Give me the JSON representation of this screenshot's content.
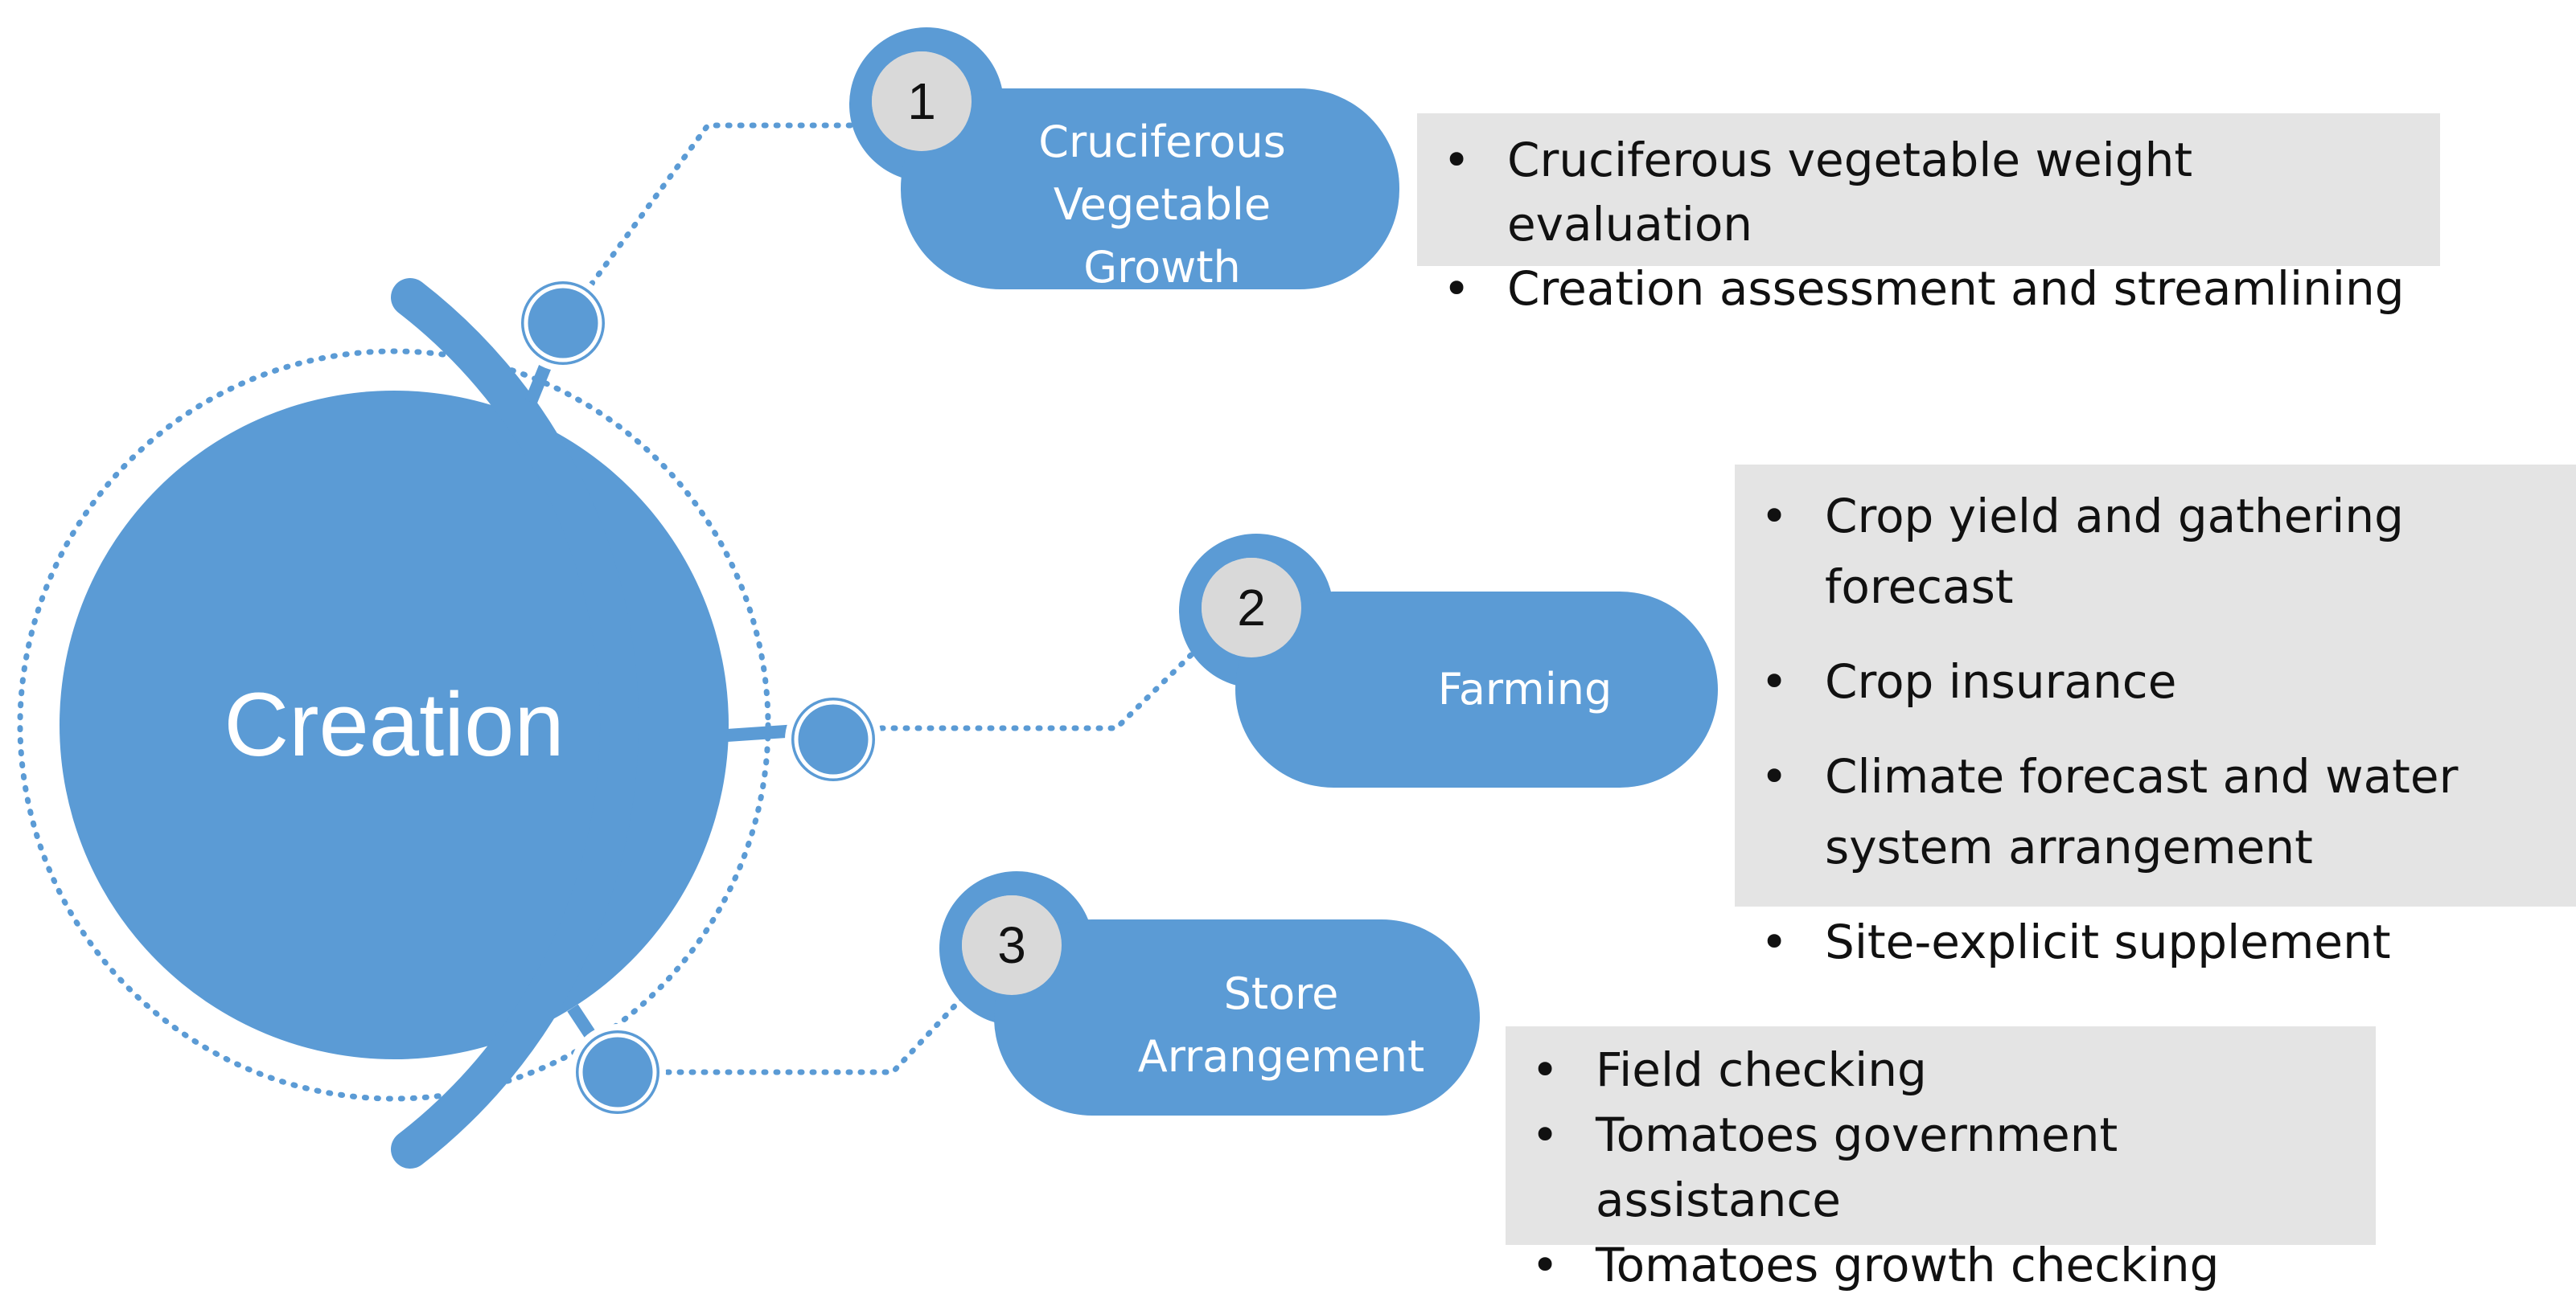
{
  "center": {
    "label": "Creation"
  },
  "colors": {
    "primary": "#5b9bd5",
    "badge": "#d9d9d9",
    "panel": "#e4e4e4",
    "text_dark": "#111111",
    "text_light": "#ffffff"
  },
  "steps": [
    {
      "number": "1",
      "title_lines": [
        "Cruciferous Vegetable",
        "Growth"
      ],
      "bullets": [
        "Cruciferous vegetable weight evaluation",
        "Creation assessment and streamlining"
      ]
    },
    {
      "number": "2",
      "title_lines": [
        "Farming"
      ],
      "bullets": [
        "Crop yield and gathering forecast",
        "Crop insurance",
        [
          "Climate forecast and water",
          "system arrangement"
        ],
        "Site-explicit supplement"
      ]
    },
    {
      "number": "3",
      "title_lines": [
        "Store",
        "Arrangement"
      ],
      "bullets": [
        "Field checking",
        "Tomatoes government assistance",
        "Tomatoes growth checking"
      ]
    }
  ]
}
